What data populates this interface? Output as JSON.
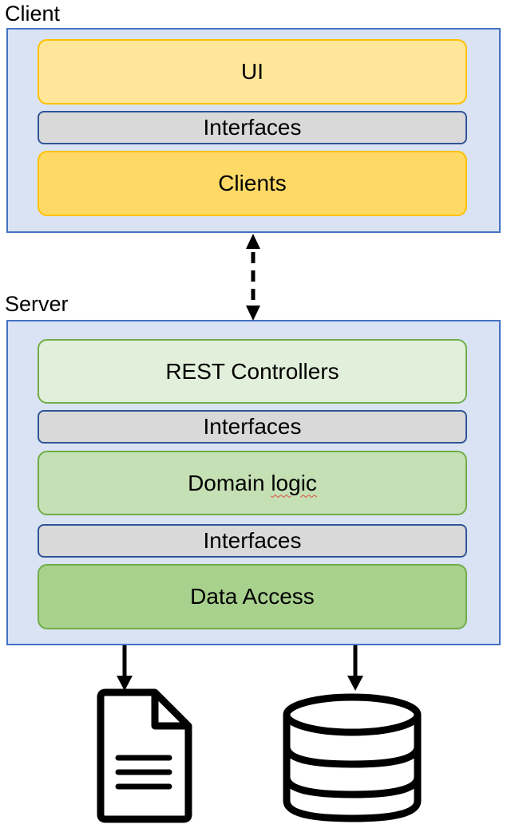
{
  "client": {
    "title": "Client",
    "layers": {
      "ui": "UI",
      "interfaces": "Interfaces",
      "clients": "Clients"
    }
  },
  "server": {
    "title": "Server",
    "layers": {
      "rest": "REST Controllers",
      "interfaces_1": "Interfaces",
      "domain_word": "Domain",
      "domain_logic": "logic",
      "interfaces_2": "Interfaces",
      "data_access": "Data Access"
    }
  },
  "icons": [
    "bidirectional-dashed-arrow-icon",
    "down-arrow-icon",
    "document-icon",
    "database-icon"
  ],
  "colors": {
    "container_fill": "#dae3f3",
    "container_border": "#4472c4",
    "ui": "#ffe699",
    "clients": "#ffd966",
    "interfaces": "#d9d9d9",
    "rest_controllers": "#e2efda",
    "domain_logic": "#c5e0b4",
    "data_access": "#a9d18e"
  }
}
